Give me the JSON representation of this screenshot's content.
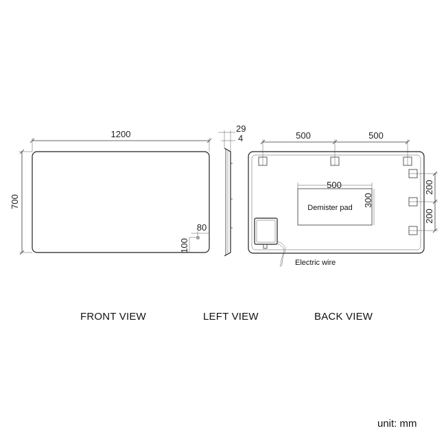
{
  "front_view": {
    "caption": "FRONT VIEW",
    "width_dim": "1200",
    "height_dim": "700",
    "sensor_x_dim": "80",
    "sensor_y_dim": "100"
  },
  "left_view": {
    "caption": "LEFT VIEW",
    "depth_dim": "29",
    "glass_dim": "4"
  },
  "back_view": {
    "caption": "BACK VIEW",
    "hanger_spacing_left": "500",
    "hanger_spacing_right": "500",
    "pad_width_dim": "500",
    "pad_height_dim": "300",
    "pad_label": "Demister pad",
    "side_spacing_upper": "200",
    "side_spacing_lower": "200",
    "wire_label": "Electric wire"
  },
  "unit_label": "unit: mm"
}
